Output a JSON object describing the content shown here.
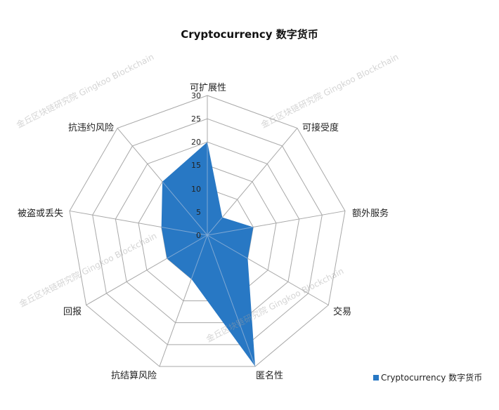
{
  "chart_data": {
    "type": "radar",
    "title": "Cryptocurrency 数字货币",
    "categories": [
      "可扩展性",
      "可接受度",
      "额外服务",
      "交易",
      "匿名性",
      "抗结算风险",
      "回报",
      "被盗或丢失",
      "抗违约风险"
    ],
    "series": [
      {
        "name": "Cryptocurrency 数字货币",
        "values": [
          20,
          5,
          10,
          10,
          30,
          10,
          10,
          10,
          15
        ],
        "color": "#2878c4"
      }
    ],
    "ticks": [
      0,
      5,
      10,
      15,
      20,
      25,
      30
    ],
    "tick_labels": [
      "0",
      "5",
      "10",
      "15",
      "20",
      "25",
      "30"
    ],
    "rlim": [
      0,
      30
    ],
    "grid": true,
    "legend_position": "bottom-right"
  },
  "title": "Cryptocurrency 数字货币",
  "legend": {
    "label": "Cryptocurrency 数字货币",
    "color": "#2878c4"
  },
  "axis_labels": [
    "可扩展性",
    "可接受度",
    "额外服务",
    "交易",
    "匿名性",
    "抗结算风险",
    "回报",
    "被盗或丢失",
    "抗违约风险"
  ],
  "tick_labels": [
    "0",
    "5",
    "10",
    "15",
    "20",
    "25",
    "30"
  ],
  "watermark": "金丘区块链研究院 Gingkoo Blockchain"
}
